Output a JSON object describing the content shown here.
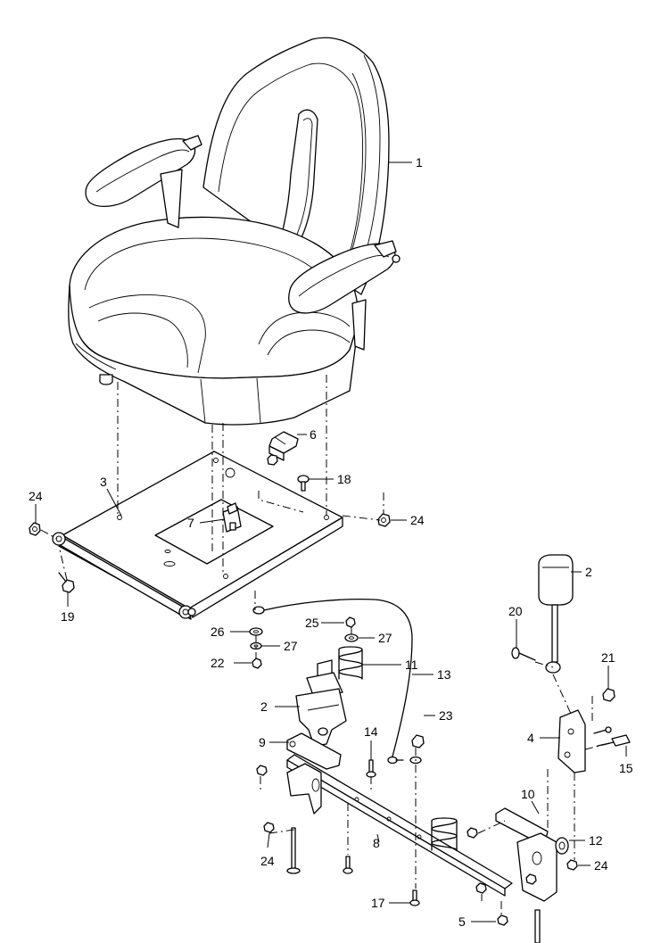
{
  "callouts": [
    {
      "id": "c1",
      "text": "1"
    },
    {
      "id": "c2a",
      "text": "2"
    },
    {
      "id": "c2b",
      "text": "2"
    },
    {
      "id": "c3",
      "text": "3"
    },
    {
      "id": "c4",
      "text": "4"
    },
    {
      "id": "c5",
      "text": "5"
    },
    {
      "id": "c6",
      "text": "6"
    },
    {
      "id": "c7",
      "text": "7"
    },
    {
      "id": "c8",
      "text": "8"
    },
    {
      "id": "c9",
      "text": "9"
    },
    {
      "id": "c10",
      "text": "10"
    },
    {
      "id": "c11",
      "text": "11"
    },
    {
      "id": "c12",
      "text": "12"
    },
    {
      "id": "c13",
      "text": "13"
    },
    {
      "id": "c14",
      "text": "14"
    },
    {
      "id": "c15",
      "text": "15"
    },
    {
      "id": "c17",
      "text": "17"
    },
    {
      "id": "c18",
      "text": "18"
    },
    {
      "id": "c19",
      "text": "19"
    },
    {
      "id": "c20",
      "text": "20"
    },
    {
      "id": "c21",
      "text": "21"
    },
    {
      "id": "c22",
      "text": "22"
    },
    {
      "id": "c23",
      "text": "23"
    },
    {
      "id": "c24a",
      "text": "24"
    },
    {
      "id": "c24b",
      "text": "24"
    },
    {
      "id": "c24c",
      "text": "24"
    },
    {
      "id": "c24d",
      "text": "24"
    },
    {
      "id": "c25",
      "text": "25"
    },
    {
      "id": "c26",
      "text": "26"
    },
    {
      "id": "c27a",
      "text": "27"
    },
    {
      "id": "c27b",
      "text": "27"
    }
  ]
}
